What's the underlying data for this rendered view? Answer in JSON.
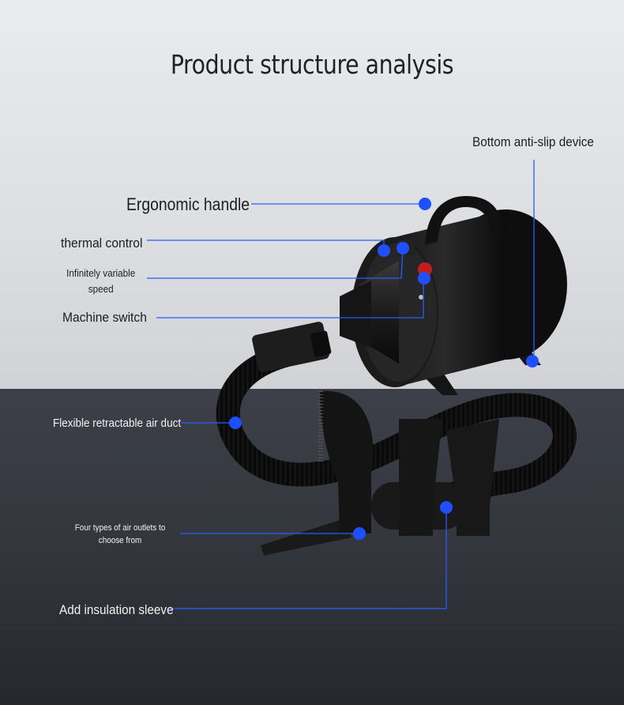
{
  "title": "Product structure analysis",
  "labels": {
    "bottom_anti_slip": "Bottom anti-slip device",
    "ergonomic_handle": "Ergonomic handle",
    "thermal_control": "thermal control",
    "variable_speed": "Infinitely variable speed",
    "machine_switch": "Machine switch",
    "air_duct": "Flexible retractable air duct",
    "air_outlets": "Four types of air outlets to choose from",
    "insulation_sleeve": "Add insulation sleeve"
  },
  "colors": {
    "callout_dot": "#1f4fff",
    "callout_line": "#2a5cff",
    "product_body": "#111111"
  }
}
